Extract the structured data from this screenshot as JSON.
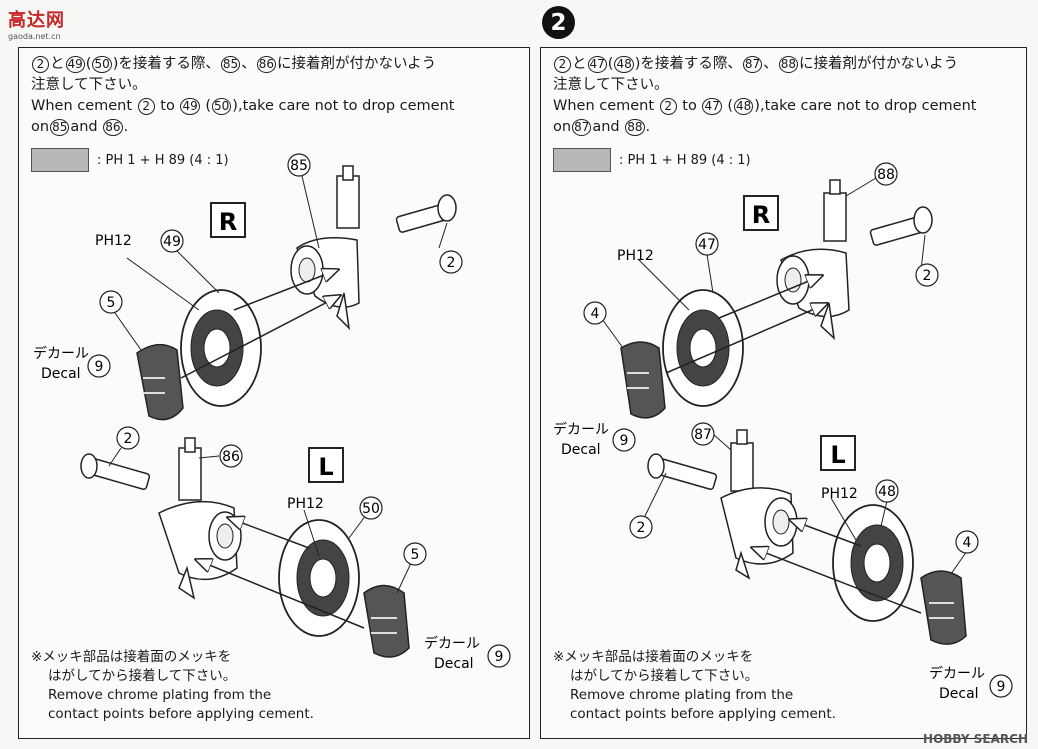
{
  "logo": {
    "main": "高达网",
    "sub": "gaoda.net.cn"
  },
  "step_number": "2",
  "left_panel": {
    "jp_line1_a": "と",
    "jp_line1_b": "を接着する際、",
    "jp_line1_c": "に接着剤が付かないよう",
    "jp_line2": "注意して下さい。",
    "en_prefix": "When cement",
    "en_to": "to",
    "en_suffix": ",take care not to drop cement",
    "en_on": "on",
    "en_and": "and",
    "parts": {
      "a": "2",
      "b": "49",
      "c": "50",
      "d": "85",
      "e": "86"
    },
    "paint_formula": ":  PH 1 + H 89 (4 : 1)",
    "R_label": "R",
    "L_label": "L",
    "labels": {
      "p85": "85",
      "p49": "49",
      "p2a": "2",
      "p5a": "5",
      "p9a": "9",
      "p2b": "2",
      "p86": "86",
      "p50": "50",
      "p5b": "5",
      "p9b": "9",
      "ph12a": "PH12",
      "ph12b": "PH12"
    },
    "decal_jp": "デカール",
    "decal_en": "Decal",
    "note_jp1": "※メッキ部品は接着面のメッキを",
    "note_jp2": "はがしてから接着して下さい。",
    "note_en1": "Remove chrome plating from the",
    "note_en2": "contact points before applying cement."
  },
  "right_panel": {
    "jp_line1_a": "と",
    "jp_line1_b": "を接着する際、",
    "jp_line1_c": "に接着剤が付かないよう",
    "jp_line2": "注意して下さい。",
    "en_prefix": "When cement",
    "en_to": "to",
    "en_suffix": ",take care not to drop cement",
    "en_on": "on",
    "en_and": "and",
    "parts": {
      "a": "2",
      "b": "47",
      "c": "48",
      "d": "87",
      "e": "88"
    },
    "paint_formula": ":  PH 1 + H 89 (4 : 1)",
    "R_label": "R",
    "L_label": "L",
    "labels": {
      "p88": "88",
      "p47": "47",
      "p2a": "2",
      "p4a": "4",
      "p9a": "9",
      "p87": "87",
      "p2b": "2",
      "p48": "48",
      "p4b": "4",
      "p9b": "9",
      "ph12a": "PH12",
      "ph12b": "PH12"
    },
    "decal_jp": "デカール",
    "decal_en": "Decal",
    "note_jp1": "※メッキ部品は接着面のメッキを",
    "note_jp2": "はがしてから接着して下さい。",
    "note_en1": "Remove chrome plating from the",
    "note_en2": "contact points before applying cement."
  },
  "watermark": "HOBBY SEARCH"
}
